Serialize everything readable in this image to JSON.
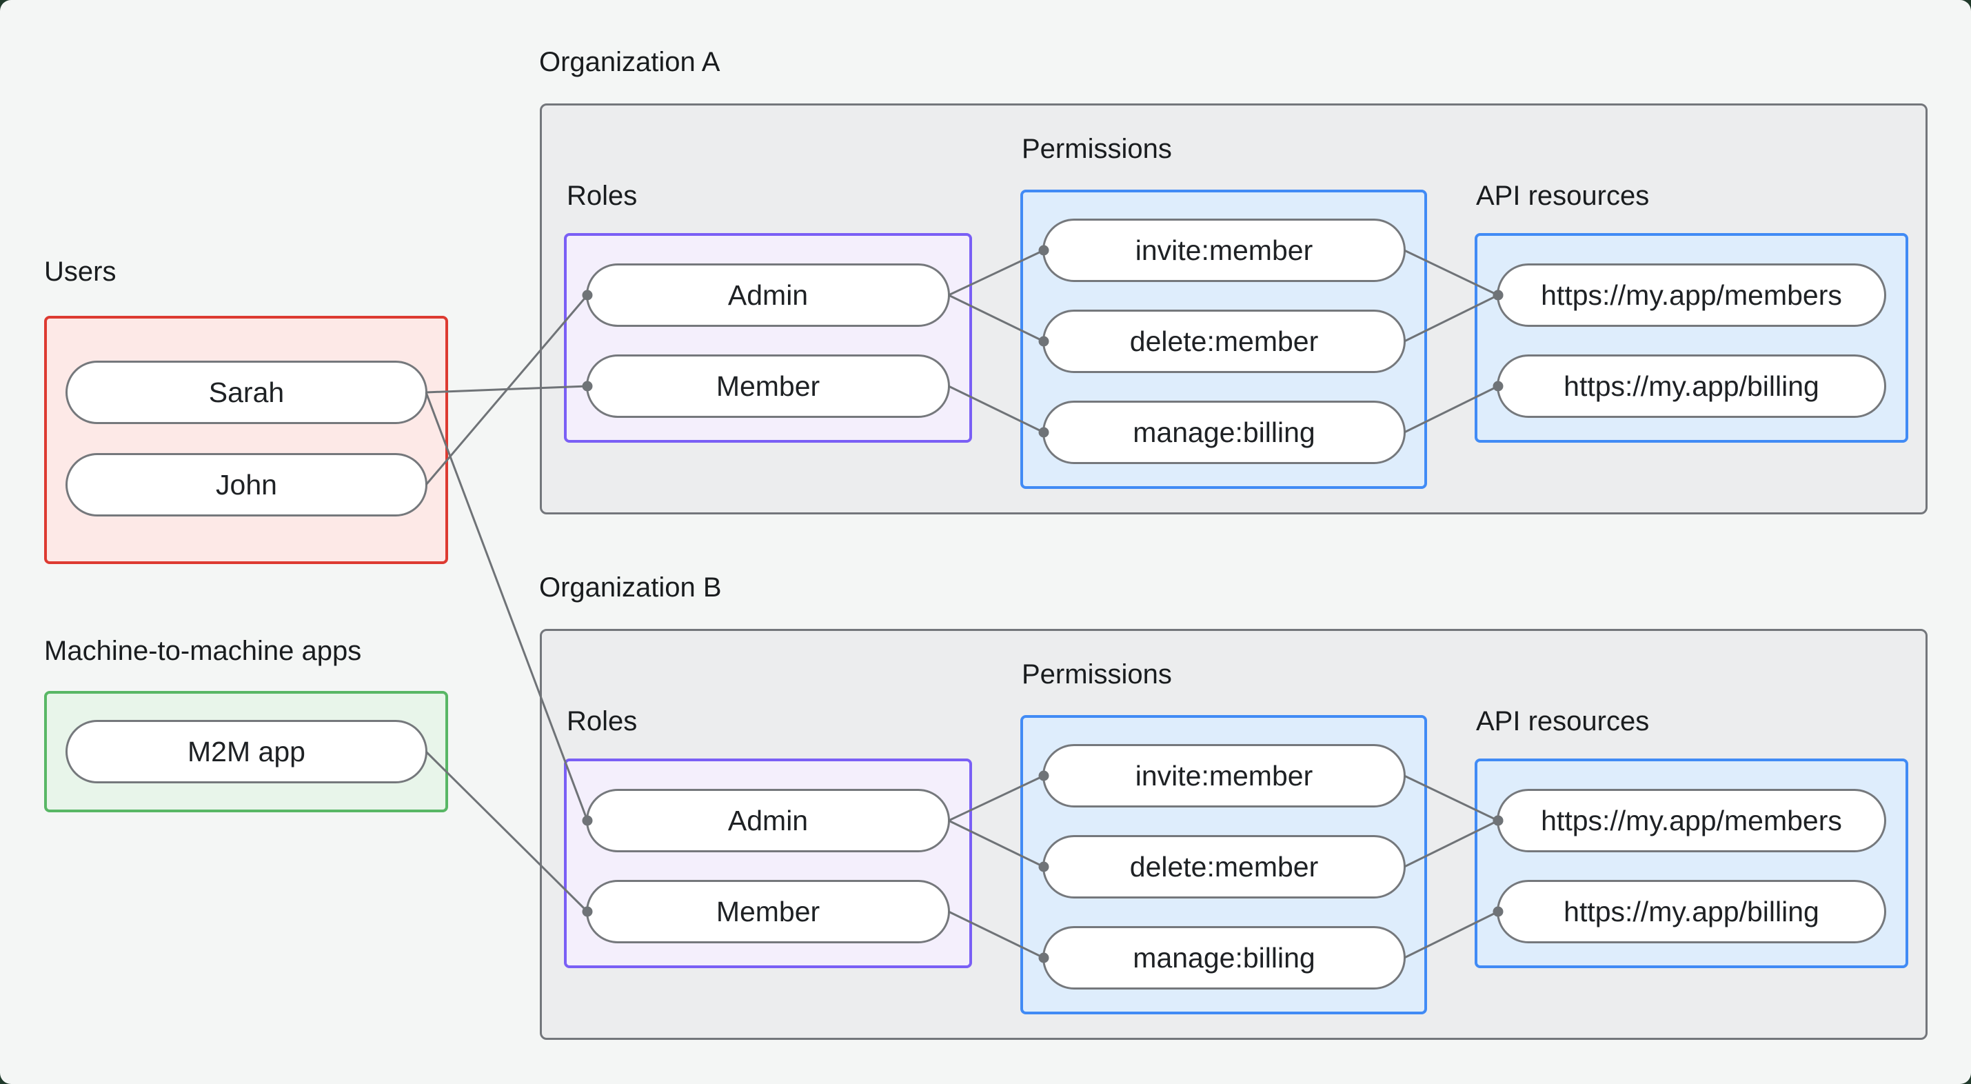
{
  "diagram": {
    "users_group": {
      "title": "Users",
      "nodes": [
        {
          "id": "user-sarah",
          "label": "Sarah"
        },
        {
          "id": "user-john",
          "label": "John"
        }
      ]
    },
    "m2m_group": {
      "title": "Machine-to-machine apps",
      "nodes": [
        {
          "id": "m2m-app",
          "label": "M2M app"
        }
      ]
    },
    "org_a": {
      "title": "Organization A",
      "roles": {
        "title": "Roles",
        "nodes": [
          {
            "id": "orga-admin",
            "label": "Admin"
          },
          {
            "id": "orga-member",
            "label": "Member"
          }
        ]
      },
      "permissions": {
        "title": "Permissions",
        "nodes": [
          {
            "id": "orga-invite",
            "label": "invite:member"
          },
          {
            "id": "orga-delete",
            "label": "delete:member"
          },
          {
            "id": "orga-manage",
            "label": "manage:billing"
          }
        ]
      },
      "api": {
        "title": "API resources",
        "nodes": [
          {
            "id": "orga-members",
            "label": "https://my.app/members"
          },
          {
            "id": "orga-billing",
            "label": "https://my.app/billing"
          }
        ]
      }
    },
    "org_b": {
      "title": "Organization B",
      "roles": {
        "title": "Roles",
        "nodes": [
          {
            "id": "orgb-admin",
            "label": "Admin"
          },
          {
            "id": "orgb-member",
            "label": "Member"
          }
        ]
      },
      "permissions": {
        "title": "Permissions",
        "nodes": [
          {
            "id": "orgb-invite",
            "label": "invite:member"
          },
          {
            "id": "orgb-delete",
            "label": "delete:member"
          },
          {
            "id": "orgb-manage",
            "label": "manage:billing"
          }
        ]
      },
      "api": {
        "title": "API resources",
        "nodes": [
          {
            "id": "orgb-members",
            "label": "https://my.app/members"
          },
          {
            "id": "orgb-billing",
            "label": "https://my.app/billing"
          }
        ]
      }
    },
    "edges": [
      {
        "from": "user-sarah",
        "to": "orga-member"
      },
      {
        "from": "user-john",
        "to": "orga-admin"
      },
      {
        "from": "user-sarah",
        "to": "orgb-admin"
      },
      {
        "from": "m2m-app",
        "to": "orgb-member"
      },
      {
        "from": "orga-admin",
        "to": "orga-invite"
      },
      {
        "from": "orga-admin",
        "to": "orga-delete"
      },
      {
        "from": "orga-member",
        "to": "orga-manage"
      },
      {
        "from": "orga-invite",
        "to": "orga-members"
      },
      {
        "from": "orga-delete",
        "to": "orga-members"
      },
      {
        "from": "orga-manage",
        "to": "orga-billing"
      },
      {
        "from": "orgb-admin",
        "to": "orgb-invite"
      },
      {
        "from": "orgb-admin",
        "to": "orgb-delete"
      },
      {
        "from": "orgb-member",
        "to": "orgb-manage"
      },
      {
        "from": "orgb-invite",
        "to": "orgb-members"
      },
      {
        "from": "orgb-delete",
        "to": "orgb-members"
      },
      {
        "from": "orgb-manage",
        "to": "orgb-billing"
      }
    ],
    "colors": {
      "frame_bg": "#203a2b",
      "page_bg": "#f4f6f5",
      "text": "#191c1e",
      "org_fill": "#ecedee",
      "org_border": "#73767b",
      "users_fill": "#fde9e7",
      "users_border": "#dd3a31",
      "m2m_fill": "#e8f5ea",
      "m2m_border": "#58b765",
      "roles_fill": "#f4effc",
      "roles_border": "#7a5ff5",
      "perm_fill": "#deedfc",
      "perm_border": "#418bf5",
      "pill_border": "#75787c",
      "line": "#6f7377"
    }
  }
}
